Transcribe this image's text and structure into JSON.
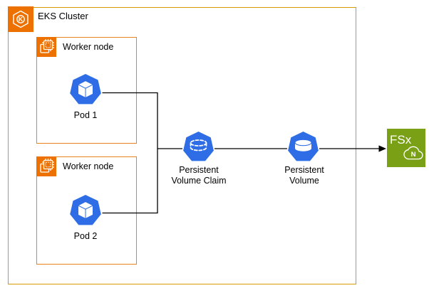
{
  "diagram": {
    "cluster": {
      "label": "EKS Cluster",
      "icon_letter": "K"
    },
    "worker_nodes": [
      {
        "label": "Worker node",
        "pod_label": "Pod 1"
      },
      {
        "label": "Worker node",
        "pod_label": "Pod 2"
      }
    ],
    "pvc": {
      "line1": "Persistent",
      "line2": "Volume Claim"
    },
    "pv": {
      "line1": "Persistent",
      "line2": "Volume"
    },
    "fsx": {
      "text": "FSx",
      "cloud_letter": "N"
    },
    "colors": {
      "cluster_border": "#D79B00",
      "node_border": "#E8821D",
      "aws_orange": "#ED7100",
      "k8s_blue": "#2E6DE5",
      "fsx_green": "#7AA116",
      "edge": "#000000"
    }
  }
}
